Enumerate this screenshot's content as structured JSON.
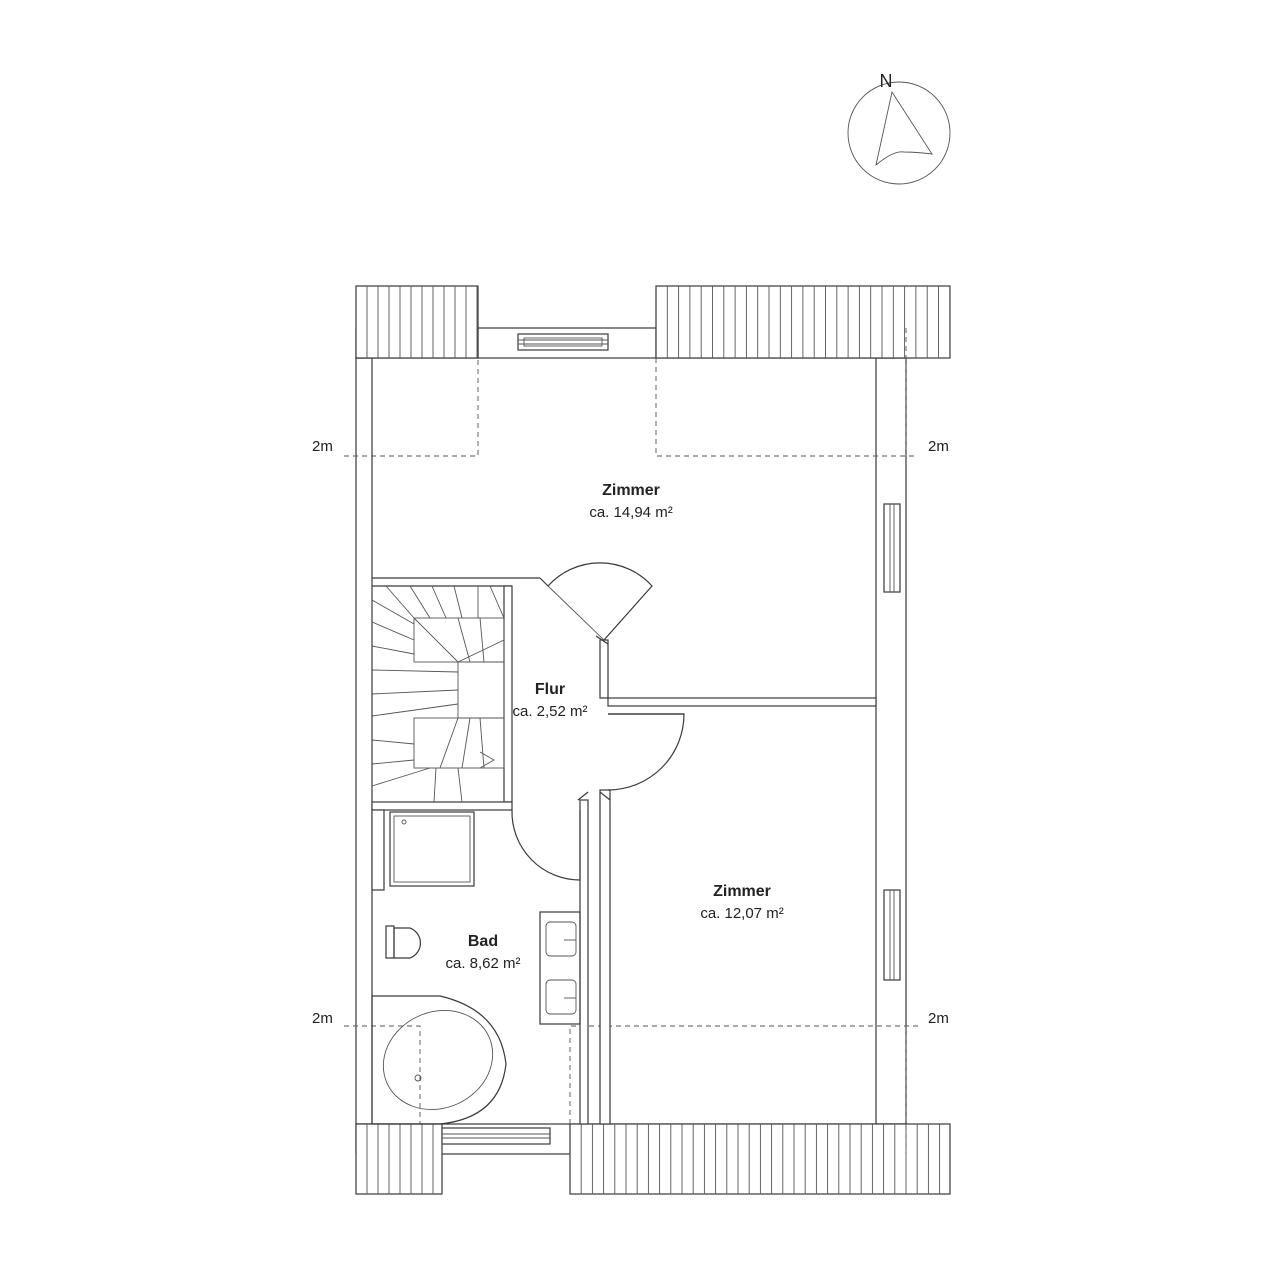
{
  "compass": {
    "label": "N"
  },
  "rooms": [
    {
      "name": "Zimmer",
      "area": "ca. 14,94 m²"
    },
    {
      "name": "Flur",
      "area": "ca. 2,52 m²"
    },
    {
      "name": "Zimmer",
      "area": "ca. 12,07 m²"
    },
    {
      "name": "Bad",
      "area": "ca. 8,62 m²"
    }
  ],
  "height_marks": {
    "top_left": "2m",
    "top_right": "2m",
    "bottom_left": "2m",
    "bottom_right": "2m"
  }
}
